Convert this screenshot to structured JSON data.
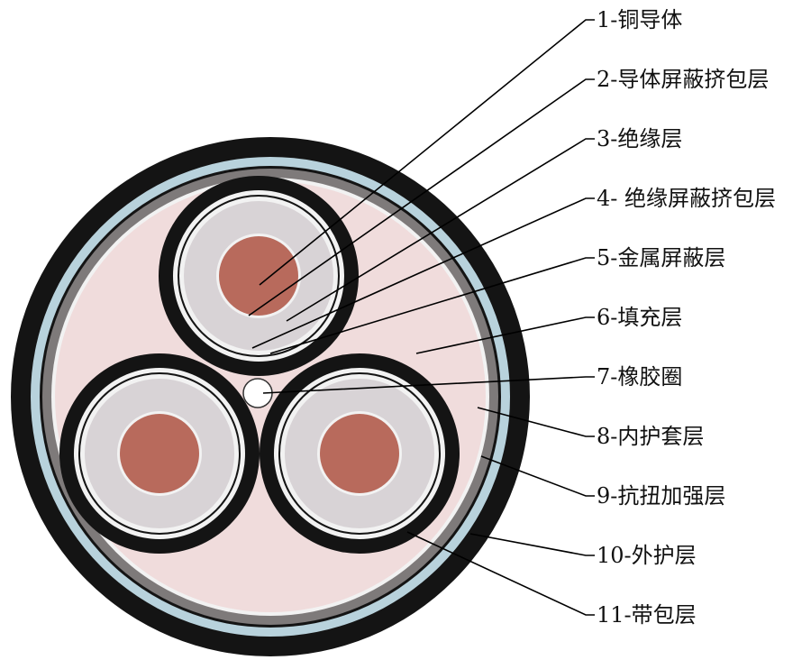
{
  "labels": [
    {
      "id": "copper-conductor",
      "text": "1-铜导体"
    },
    {
      "id": "conductor-screen",
      "text": "2-导体屏蔽挤包层"
    },
    {
      "id": "insulation",
      "text": "3-绝缘层"
    },
    {
      "id": "insulation-screen",
      "text": "4- 绝缘屏蔽挤包层"
    },
    {
      "id": "metal-screen",
      "text": "5-金属屏蔽层"
    },
    {
      "id": "filler",
      "text": "6-填充层"
    },
    {
      "id": "rubber-ring",
      "text": "7-橡胶圈"
    },
    {
      "id": "inner-sheath",
      "text": "8-内护套层"
    },
    {
      "id": "torsion-armor",
      "text": "9-抗扭加强层"
    },
    {
      "id": "outer-sheath",
      "text": "10-外护层"
    },
    {
      "id": "binding-tape",
      "text": "11-带包层"
    }
  ],
  "colors": {
    "conductor": "#b86a5c",
    "insulation": "#d8d3d6",
    "screen_light": "#f2f2f2",
    "core_jacket": "#141414",
    "filler": "#f0dcdc",
    "rubber_ring": "#ffffff",
    "inner_sheath": "#7e7a7a",
    "torsion_layer": "#b8d2dc",
    "outer_sheath": "#141414",
    "background": "#ffffff"
  }
}
